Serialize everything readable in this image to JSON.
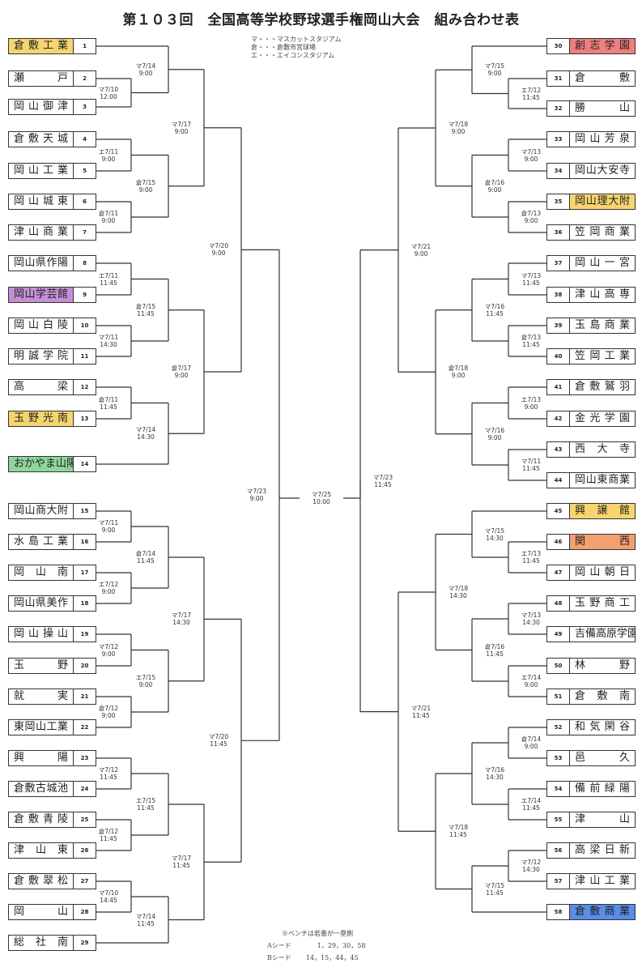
{
  "title": "第１０３回　全国高等学校野球選手権岡山大会　組み合わせ表",
  "legend": [
    "マ・・・マスカットスタジアム",
    "倉・・・倉敷市営球場",
    "エ・・・エイコンスタジアム"
  ],
  "notes": {
    "bench": "※ベンチは若番が一塁側",
    "a_seed_label": "Aシード",
    "a_seed_values": "1，29，30，58",
    "b_seed_label": "Bシード",
    "b_seed_values": "14，15，44，45"
  },
  "highlight_colors": {
    "yellow": "#f7d56e",
    "purple": "#c58fd6",
    "green": "#8ed69a",
    "red": "#ef7f7f",
    "orange": "#f3a070",
    "blue": "#5a8de6"
  },
  "teams": [
    {
      "no": "1",
      "name": "倉敷工業",
      "hl": "yellow"
    },
    {
      "no": "2",
      "name": "瀬戸"
    },
    {
      "no": "3",
      "name": "岡山御津"
    },
    {
      "no": "4",
      "name": "倉敷天城"
    },
    {
      "no": "5",
      "name": "岡山工業"
    },
    {
      "no": "6",
      "name": "岡山城東"
    },
    {
      "no": "7",
      "name": "津山商業"
    },
    {
      "no": "8",
      "name": "岡山県作陽"
    },
    {
      "no": "9",
      "name": "岡山学芸館",
      "hl": "purple"
    },
    {
      "no": "10",
      "name": "岡山白陵"
    },
    {
      "no": "11",
      "name": "明誠学院"
    },
    {
      "no": "12",
      "name": "高梁"
    },
    {
      "no": "13",
      "name": "玉野光南",
      "hl": "yellow"
    },
    {
      "no": "14",
      "name": "おかやま山陽",
      "hl": "green"
    },
    {
      "no": "15",
      "name": "岡山商大附"
    },
    {
      "no": "16",
      "name": "水島工業"
    },
    {
      "no": "17",
      "name": "岡山南"
    },
    {
      "no": "18",
      "name": "岡山県美作"
    },
    {
      "no": "19",
      "name": "岡山操山"
    },
    {
      "no": "20",
      "name": "玉野"
    },
    {
      "no": "21",
      "name": "就実"
    },
    {
      "no": "22",
      "name": "東岡山工業"
    },
    {
      "no": "23",
      "name": "興陽"
    },
    {
      "no": "24",
      "name": "倉敷古城池"
    },
    {
      "no": "25",
      "name": "倉敷青陵"
    },
    {
      "no": "26",
      "name": "津山東"
    },
    {
      "no": "27",
      "name": "倉敷翠松"
    },
    {
      "no": "28",
      "name": "岡山"
    },
    {
      "no": "29",
      "name": "総社南"
    },
    {
      "no": "30",
      "name": "創志学園",
      "hl": "red"
    },
    {
      "no": "31",
      "name": "倉敷"
    },
    {
      "no": "32",
      "name": "勝山"
    },
    {
      "no": "33",
      "name": "岡山芳泉"
    },
    {
      "no": "34",
      "name": "岡山大安寺"
    },
    {
      "no": "35",
      "name": "岡山理大附",
      "hl": "yellow"
    },
    {
      "no": "36",
      "name": "笠岡商業"
    },
    {
      "no": "37",
      "name": "岡山一宮"
    },
    {
      "no": "38",
      "name": "津山高専"
    },
    {
      "no": "39",
      "name": "玉島商業"
    },
    {
      "no": "40",
      "name": "笠岡工業"
    },
    {
      "no": "41",
      "name": "倉敷鷲羽"
    },
    {
      "no": "42",
      "name": "金光学園"
    },
    {
      "no": "43",
      "name": "西大寺"
    },
    {
      "no": "44",
      "name": "岡山東商業"
    },
    {
      "no": "45",
      "name": "興譲館",
      "hl": "yellow"
    },
    {
      "no": "46",
      "name": "関西",
      "hl": "orange"
    },
    {
      "no": "47",
      "name": "岡山朝日"
    },
    {
      "no": "48",
      "name": "玉野商工"
    },
    {
      "no": "49",
      "name": "吉備高原学園"
    },
    {
      "no": "50",
      "name": "林野"
    },
    {
      "no": "51",
      "name": "倉敷南"
    },
    {
      "no": "52",
      "name": "和気閑谷"
    },
    {
      "no": "53",
      "name": "邑久"
    },
    {
      "no": "54",
      "name": "備前緑陽"
    },
    {
      "no": "55",
      "name": "津山"
    },
    {
      "no": "56",
      "name": "高梁日新"
    },
    {
      "no": "57",
      "name": "津山工業"
    },
    {
      "no": "58",
      "name": "倉敷商業",
      "hl": "blue"
    }
  ],
  "matches": [
    {
      "id": "m1",
      "a": "t2",
      "b": "t3",
      "date": "マ7/10",
      "time": "12:00"
    },
    {
      "id": "m2",
      "a": "t1",
      "b": "m1",
      "date": "マ7/14",
      "time": "9:00"
    },
    {
      "id": "m3",
      "a": "t4",
      "b": "t5",
      "date": "エ7/11",
      "time": "9:00"
    },
    {
      "id": "m4",
      "a": "t6",
      "b": "t7",
      "date": "倉7/11",
      "time": "9:00"
    },
    {
      "id": "m5",
      "a": "m3",
      "b": "m4",
      "date": "倉7/15",
      "time": "9:00"
    },
    {
      "id": "m6",
      "a": "m2",
      "b": "m5",
      "date": "マ7/17",
      "time": "9:00"
    },
    {
      "id": "m7",
      "a": "t8",
      "b": "t9",
      "date": "エ7/11",
      "time": "11:45"
    },
    {
      "id": "m8",
      "a": "t10",
      "b": "t11",
      "date": "マ7/11",
      "time": "14:30"
    },
    {
      "id": "m9",
      "a": "m7",
      "b": "m8",
      "date": "倉7/15",
      "time": "11:45"
    },
    {
      "id": "m10",
      "a": "t12",
      "b": "t13",
      "date": "倉7/11",
      "time": "11:45"
    },
    {
      "id": "m11",
      "a": "m10",
      "b": "t14",
      "date": "マ7/14",
      "time": "14:30"
    },
    {
      "id": "m12",
      "a": "m9",
      "b": "m11",
      "date": "倉7/17",
      "time": "9:00"
    },
    {
      "id": "m13",
      "a": "m6",
      "b": "m12",
      "date": "マ7/20",
      "time": "9:00"
    },
    {
      "id": "m14",
      "a": "t15",
      "b": "t16",
      "date": "マ7/11",
      "time": "9:00"
    },
    {
      "id": "m15",
      "a": "t17",
      "b": "t18",
      "date": "エ7/12",
      "time": "9:00"
    },
    {
      "id": "m16",
      "a": "m14",
      "b": "m15",
      "date": "倉7/14",
      "time": "11:45"
    },
    {
      "id": "m17",
      "a": "t19",
      "b": "t20",
      "date": "マ7/12",
      "time": "9:00"
    },
    {
      "id": "m18",
      "a": "t21",
      "b": "t22",
      "date": "倉7/12",
      "time": "9:00"
    },
    {
      "id": "m19",
      "a": "m17",
      "b": "m18",
      "date": "エ7/15",
      "time": "9:00"
    },
    {
      "id": "m20",
      "a": "m16",
      "b": "m19",
      "date": "マ7/17",
      "time": "14:30"
    },
    {
      "id": "m21",
      "a": "t23",
      "b": "t24",
      "date": "マ7/12",
      "time": "11:45"
    },
    {
      "id": "m22",
      "a": "t25",
      "b": "t26",
      "date": "倉7/12",
      "time": "11:45"
    },
    {
      "id": "m23",
      "a": "m21",
      "b": "m22",
      "date": "エ7/15",
      "time": "11:45"
    },
    {
      "id": "m24",
      "a": "t27",
      "b": "t28",
      "date": "マ7/10",
      "time": "14:45"
    },
    {
      "id": "m25",
      "a": "m24",
      "b": "t29",
      "date": "マ7/14",
      "time": "11:45"
    },
    {
      "id": "m26",
      "a": "m23",
      "b": "m25",
      "date": "マ7/17",
      "time": "11:45"
    },
    {
      "id": "m27",
      "a": "m20",
      "b": "m26",
      "date": "マ7/20",
      "time": "11:45"
    },
    {
      "id": "m28",
      "a": "m13",
      "b": "m27",
      "date": "マ7/23",
      "time": "9:00"
    },
    {
      "id": "r1",
      "a": "t31",
      "b": "t32",
      "date": "エ7/12",
      "time": "11:45"
    },
    {
      "id": "r2",
      "a": "t30",
      "b": "r1",
      "date": "マ7/15",
      "time": "9:00"
    },
    {
      "id": "r3",
      "a": "t33",
      "b": "t34",
      "date": "マ7/13",
      "time": "9:00"
    },
    {
      "id": "r4",
      "a": "t35",
      "b": "t36",
      "date": "倉7/13",
      "time": "9:00"
    },
    {
      "id": "r5",
      "a": "r3",
      "b": "r4",
      "date": "倉7/16",
      "time": "9:00"
    },
    {
      "id": "r6",
      "a": "r2",
      "b": "r5",
      "date": "マ7/18",
      "time": "9:00"
    },
    {
      "id": "r7",
      "a": "t37",
      "b": "t38",
      "date": "マ7/13",
      "time": "11:45"
    },
    {
      "id": "r8",
      "a": "t39",
      "b": "t40",
      "date": "倉7/13",
      "time": "11:45"
    },
    {
      "id": "r9",
      "a": "r7",
      "b": "r8",
      "date": "マ7/16",
      "time": "11:45"
    },
    {
      "id": "r10",
      "a": "t41",
      "b": "t42",
      "date": "エ7/13",
      "time": "9:00"
    },
    {
      "id": "r11",
      "a": "t43",
      "b": "t44",
      "date": "マ7/11",
      "time": "11:45"
    },
    {
      "id": "r12",
      "a": "r10",
      "b": "r11",
      "date": "マ7/16",
      "time": "9:00"
    },
    {
      "id": "r13",
      "a": "r9",
      "b": "r12",
      "date": "倉7/18",
      "time": "9:00"
    },
    {
      "id": "r14",
      "a": "r6",
      "b": "r13",
      "date": "マ7/21",
      "time": "9:00"
    },
    {
      "id": "r15",
      "a": "t46",
      "b": "t47",
      "date": "エ7/13",
      "time": "11:45"
    },
    {
      "id": "r16",
      "a": "t45",
      "b": "r15",
      "date": "マ7/15",
      "time": "14:30"
    },
    {
      "id": "r17",
      "a": "t48",
      "b": "t49",
      "date": "マ7/13",
      "time": "14:30"
    },
    {
      "id": "r18",
      "a": "t50",
      "b": "t51",
      "date": "エ7/14",
      "time": "9:00"
    },
    {
      "id": "r19",
      "a": "r17",
      "b": "r18",
      "date": "倉7/16",
      "time": "11:45"
    },
    {
      "id": "r20",
      "a": "r16",
      "b": "r19",
      "date": "マ7/18",
      "time": "14:30"
    },
    {
      "id": "r21",
      "a": "t52",
      "b": "t53",
      "date": "倉7/14",
      "time": "9:00"
    },
    {
      "id": "r22",
      "a": "t54",
      "b": "t55",
      "date": "エ7/14",
      "time": "11:45"
    },
    {
      "id": "r23",
      "a": "r21",
      "b": "r22",
      "date": "マ7/16",
      "time": "14:30"
    },
    {
      "id": "r24",
      "a": "t56",
      "b": "t57",
      "date": "マ7/12",
      "time": "14:30"
    },
    {
      "id": "r25",
      "a": "r24",
      "b": "t58",
      "date": "マ7/15",
      "time": "11:45"
    },
    {
      "id": "r26",
      "a": "r23",
      "b": "r25",
      "date": "マ7/18",
      "time": "11:45"
    },
    {
      "id": "r27",
      "a": "r20",
      "b": "r26",
      "date": "マ7/21",
      "time": "11:45"
    },
    {
      "id": "r28",
      "a": "r14",
      "b": "r27",
      "date": "マ7/23",
      "time": "11:45"
    },
    {
      "id": "final",
      "a": "m28",
      "b": "r28",
      "date": "マ7/25",
      "time": "10:00"
    }
  ]
}
